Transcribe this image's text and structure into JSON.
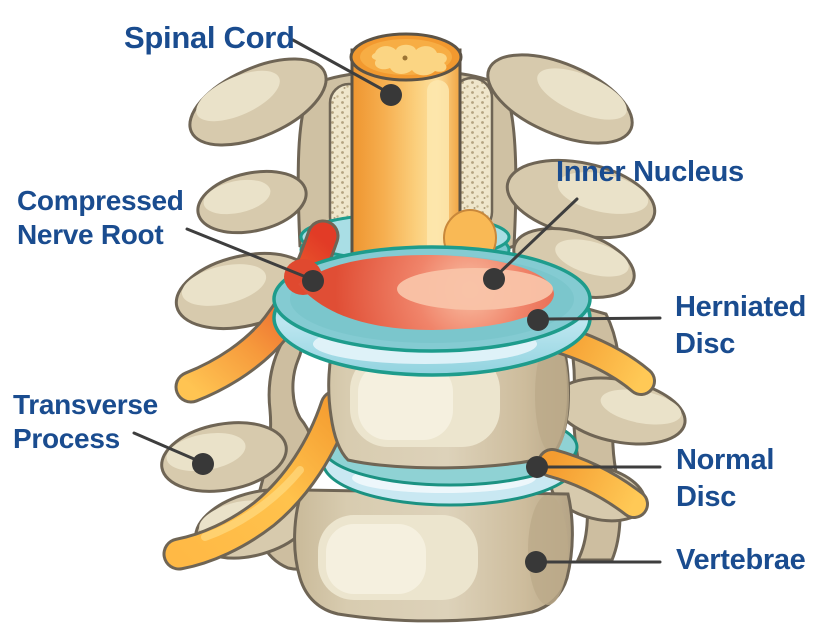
{
  "labels": {
    "spinal_cord": {
      "line1": "Spinal Cord",
      "line2": ""
    },
    "compressed_nerve_root": {
      "line1": "Compressed",
      "line2": "Nerve Root"
    },
    "inner_nucleus": {
      "line1": "Inner Nucleus",
      "line2": ""
    },
    "herniated_disc": {
      "line1": "Herniated",
      "line2": "Disc"
    },
    "transverse_process": {
      "line1": "Transverse",
      "line2": "Process"
    },
    "normal_disc": {
      "line1": "Normal",
      "line2": "Disc"
    },
    "vertebrae": {
      "line1": "Vertebrae",
      "line2": ""
    }
  },
  "colors": {
    "label_text": "#1A4C8F",
    "leader_line": "#3E3E3E",
    "leader_dot": "#383838",
    "bone": "#D7CAAD",
    "bone_highlight": "#EAE2C9",
    "bone_outline": "#6F6555",
    "disc_teal_top": "#84CBD2",
    "disc_side_blue": "#BCE6F0",
    "disc_outline": "#1E9C8C",
    "nucleus_red": "#E25640",
    "nucleus_light": "#F8BB9E",
    "nerve_yellow": "#FFC24C",
    "compressed_nerve_red": "#E23B26",
    "spinal_cord_orange": "#F5A23C"
  }
}
